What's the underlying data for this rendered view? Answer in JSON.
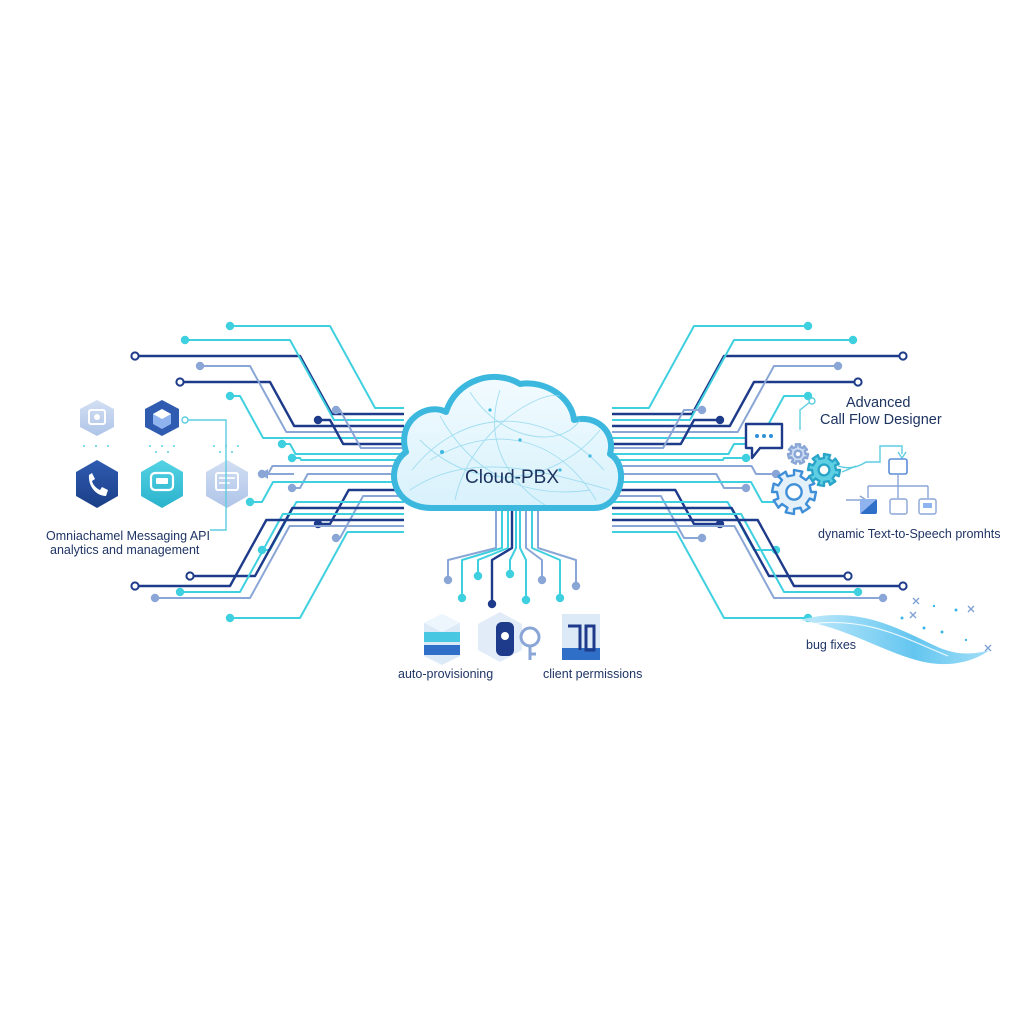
{
  "cloud": {
    "title": "Cloud-PBX"
  },
  "messaging": {
    "line1": "Omniachamel Messaging API",
    "line2": "analytics and management"
  },
  "call_flow": {
    "line1": "Advanced",
    "line2": "Call Flow Designer"
  },
  "tts": {
    "label": "dynamic Text-to-Speech promhts"
  },
  "provisioning": {
    "label": "auto-provisioning"
  },
  "permissions": {
    "label": "client permissions"
  },
  "bug_fixes": {
    "label": "bug fixes"
  },
  "colors": {
    "navy": "#1e3a8a",
    "cyan": "#3fd0e0",
    "steel": "#8aa6d6",
    "cloud_fill": "#eaf8fd",
    "cloud_stroke": "#3cb8df"
  }
}
